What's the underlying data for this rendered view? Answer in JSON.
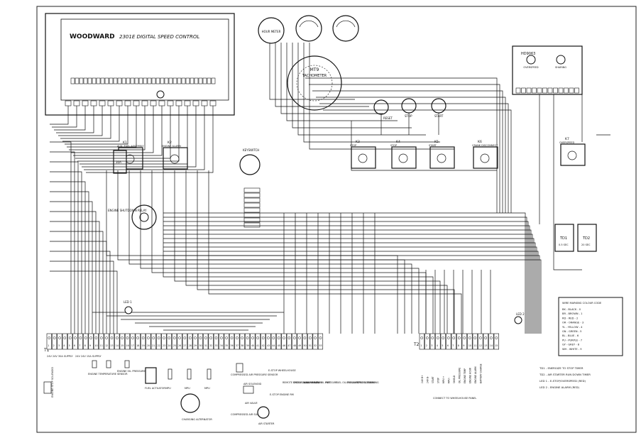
{
  "controller": {
    "brand": "WOODWARD",
    "model": "2301E DIGITAL SPEED CONTROL"
  },
  "gauges": {
    "hour_meter": "HOUR METER",
    "tachometer_id": "MT9",
    "tachometer": "TACHOMETER"
  },
  "monitor": {
    "model": "HD9063",
    "lamp_a": "OVERSPEED",
    "lamp_b": "SHARING"
  },
  "switches": {
    "reset": "RESET",
    "stop": "STOP",
    "start": "START",
    "keyswitch": "KEYSWITCH"
  },
  "relays": [
    {
      "id": "K1",
      "label": "AUX. FUEL ASSEMBLY"
    },
    {
      "id": "K2",
      "label": "ENGINE ALARM"
    },
    {
      "id": "K3",
      "label": "STOP"
    },
    {
      "id": "K4",
      "label": "STOP"
    },
    {
      "id": "K5",
      "label": "START"
    },
    {
      "id": "K6",
      "label": "CRANK DISCONNECT"
    },
    {
      "id": "K7",
      "label": "OVERSPEED"
    }
  ],
  "timers": [
    {
      "id": "TD1",
      "range": "0.5 SEC"
    },
    {
      "id": "TD2",
      "range": "20 SEC"
    }
  ],
  "shutdown_relay": "ENGINE SHUTDOWN RELAY",
  "fuse": "30A",
  "led1": "LED 1",
  "led2": "LED 2",
  "t1_label": "T1",
  "t2_label": "T2",
  "t1_numbers": [
    "1",
    "2",
    "3",
    "4",
    "5",
    "6",
    "7",
    "8",
    "9",
    "10",
    "11",
    "12",
    "13",
    "14",
    "15",
    "16",
    "17",
    "18",
    "19",
    "20",
    "21",
    "22",
    "23",
    "24",
    "25",
    "26",
    "27",
    "28",
    "29",
    "30",
    "31",
    "32",
    "33",
    "34",
    "35",
    "36",
    "37",
    "38",
    "39",
    "40",
    "41",
    "42",
    "43",
    "44",
    "45",
    "46",
    "47",
    "48",
    "49",
    "50",
    "51",
    "52",
    "53"
  ],
  "t2_numbers": [
    "1",
    "2",
    "3",
    "4",
    "5",
    "6",
    "7",
    "8",
    "9",
    "10",
    "11",
    "12",
    "13",
    "14",
    "15"
  ],
  "t1_labels": {
    "supply_30a": "24V 24V 30A SUPPLY",
    "supply_15a": "24V 24V 15A SUPPLY",
    "temp_sensor": "ENGINE TEMPERATURE SENSOR",
    "oil_sensor": "ENGINE OIL PRESSURE SENSOR",
    "fuel_actuator": "FUEL ACTUATOR",
    "mpu1": "MPU",
    "mpu2": "MPU",
    "mpu3": "MPU",
    "air_sensor": "COMPRESSED AIR PRESSURE SENSOR",
    "solenoid": "AIR SOLENOID",
    "air_valve": "AIR VALVE",
    "air_supply": "COMPRESSED AIR SUPPLY",
    "air_starter": "AIR STARTER",
    "estop_wh": "E-STOP WHEELHOUSE",
    "estop_eng": "E-STOP ENGINE RM",
    "alternator": "CHARGING ALTERNATOR",
    "stop_solenoid": "ENGINE STOP SOLENOID"
  },
  "t1_vertical_labels": [
    "REMOTE SPEED SIGNAL INPUT",
    "ENGINE ALARM PANEL",
    "AIRLING ALARM",
    "LOW OIL PRESSURE",
    "HWT",
    "FUEL OIL PRESSURE",
    "COOLANT PRESSURE",
    "STBD N.T. ARMING",
    "SPARE"
  ],
  "t2_vertical_labels": [
    "24V B+",
    "24V B-",
    "START",
    "STOP",
    "MPU +",
    "MPU -",
    "SHIELD",
    "OIL PRESSURE",
    "ENGINE TEMP",
    "ENGINE HOUR",
    "ENGINE ALARM",
    "BATTERY CHARGE"
  ],
  "t2_bottom": "CONNECT TO WHEELHOUSE PANEL",
  "wire_legend": {
    "title": "WIRE MARKING COLOUR CODE",
    "rows": [
      "BK - BLACK - 0",
      "BR - BROWN - 1",
      "RD - RED - 2",
      "OR - ORANGE - 3",
      "YL - YELLOW - 4",
      "GN - GREEN - 5",
      "BL - BLUE - 6",
      "PU - PURPLE - 7",
      "GY - GREY - 8",
      "WH - WHITE - 9"
    ]
  },
  "notes": [
    "TD1 - ENERGIZE TO STOP TIMER",
    "TD2 - AIR STARTER RUN DOWN TIMER",
    "LED 1 - E-STOP/OVERSPEED (RED)",
    "LED 2 - ENGINE ALARM (RED)"
  ]
}
